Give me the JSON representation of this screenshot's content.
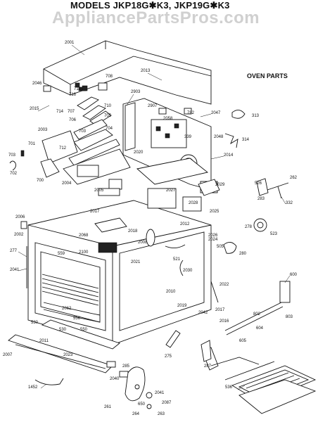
{
  "title": "MODELS JKP18G✱K3, JKP19G✱K3",
  "watermark": "AppliancePartsPros.com",
  "section_label": "OVEN PARTS",
  "parts": [
    "2001",
    "2013",
    "2015",
    "2046",
    "716",
    "708",
    "713",
    "714",
    "707",
    "710",
    "705",
    "706",
    "703",
    "704",
    "2003",
    "712",
    "701",
    "702",
    "703",
    "700",
    "2004",
    "2005",
    "2006",
    "2002",
    "277",
    "2041",
    "530",
    "2011",
    "2007",
    "2023",
    "1452",
    "2903",
    "2907",
    "2058",
    "782",
    "2047",
    "313",
    "2048",
    "314",
    "339",
    "2020",
    "2014",
    "2029",
    "2027",
    "2028",
    "2025",
    "2026",
    "2010",
    "2017",
    "2068",
    "2100",
    "2018",
    "2012",
    "2008",
    "521",
    "2021",
    "2030",
    "2022",
    "2017",
    "2042",
    "2016",
    "2024",
    "2019",
    "526",
    "262",
    "283",
    "332",
    "278",
    "523",
    "505",
    "280",
    "600",
    "802",
    "803",
    "604",
    "605",
    "287",
    "275",
    "285",
    "2040",
    "2041",
    "2087",
    "263",
    "264",
    "261",
    "650",
    "550",
    "530",
    "536",
    "559",
    "556",
    "2062"
  ]
}
